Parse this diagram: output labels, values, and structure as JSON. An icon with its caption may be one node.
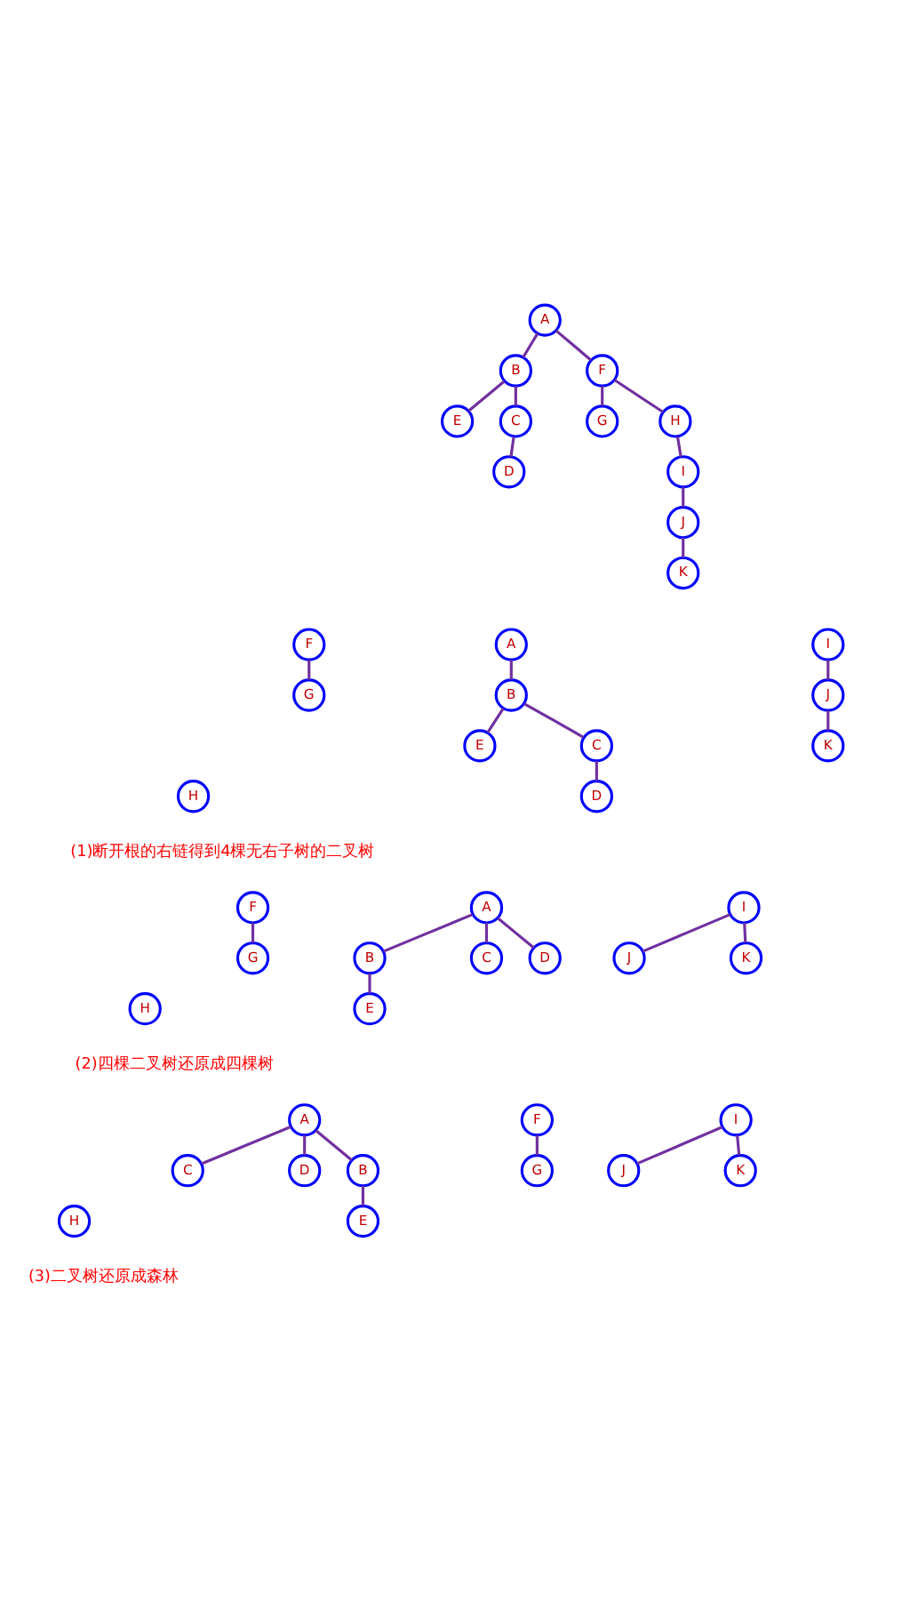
{
  "diagram": {
    "nodes": [
      {
        "text": [
          "A"
        ]
      },
      {
        "text": [
          "B"
        ]
      },
      {
        "text": [
          "F"
        ]
      },
      {
        "text": [
          "E"
        ]
      },
      {
        "text": [
          "C"
        ]
      },
      {
        "text": [
          "G"
        ]
      },
      {
        "text": [
          "H"
        ]
      },
      {
        "text": [
          "D"
        ]
      },
      {
        "text": [
          "I"
        ]
      },
      {
        "text": [
          "J"
        ]
      },
      {
        "text": [
          "K"
        ]
      },
      {
        "text": [
          "A"
        ]
      },
      {
        "text": [
          "F"
        ]
      },
      {
        "text": [
          "H"
        ]
      },
      {
        "text": [
          "B"
        ]
      },
      {
        "text": [
          "I"
        ]
      },
      {
        "text": [
          "G"
        ]
      },
      {
        "text": [
          "E"
        ]
      },
      {
        "text": [
          "J"
        ]
      },
      {
        "text": [
          "C"
        ]
      },
      {
        "text": [
          "K"
        ]
      },
      {
        "text": [
          "D"
        ]
      },
      {
        "text": [
          "A"
        ]
      },
      {
        "text": [
          "F"
        ]
      },
      {
        "text": [
          "H"
        ]
      },
      {
        "text": [
          "I"
        ]
      },
      {
        "text": [
          "B"
        ]
      },
      {
        "text": [
          "G"
        ]
      },
      {
        "text": [
          "E"
        ]
      },
      {
        "text": [
          "C"
        ]
      },
      {
        "text": [
          "J"
        ]
      },
      {
        "text": [
          "K"
        ]
      },
      {
        "text": [
          "D"
        ]
      },
      {
        "text": [
          "A"
        ]
      },
      {
        "text": [
          "I"
        ]
      },
      {
        "text": [
          "F"
        ]
      },
      {
        "text": [
          "H"
        ]
      },
      {
        "text": [
          "B"
        ]
      },
      {
        "text": [
          "C"
        ]
      },
      {
        "text": [
          "D"
        ]
      },
      {
        "text": [
          "G"
        ]
      },
      {
        "text": [
          "J"
        ]
      },
      {
        "text": [
          "K"
        ]
      },
      {
        "text": [
          "E"
        ]
      }
    ],
    "edges": [
      {
        "from": 0,
        "to": 1,
        "arrow": "none"
      },
      {
        "from": 0,
        "to": 2,
        "arrow": "none"
      },
      {
        "from": 1,
        "to": 3,
        "arrow": "none"
      },
      {
        "from": 1,
        "to": 4,
        "arrow": "none"
      },
      {
        "from": 4,
        "to": 7,
        "arrow": "none"
      },
      {
        "from": 2,
        "to": 5,
        "arrow": "none"
      },
      {
        "from": 2,
        "to": 6,
        "arrow": "none"
      },
      {
        "from": 6,
        "to": 8,
        "arrow": "none"
      },
      {
        "from": 8,
        "to": 9,
        "arrow": "none"
      },
      {
        "from": 9,
        "to": 10,
        "arrow": "none"
      },
      {
        "from": 11,
        "to": 14,
        "arrow": "none"
      },
      {
        "from": 14,
        "to": 17,
        "arrow": "none"
      },
      {
        "from": 14,
        "to": 19,
        "arrow": "none"
      },
      {
        "from": 19,
        "to": 21,
        "arrow": "none"
      },
      {
        "from": 12,
        "to": 16,
        "arrow": "none"
      },
      {
        "from": 15,
        "to": 18,
        "arrow": "none"
      },
      {
        "from": 18,
        "to": 20,
        "arrow": "none"
      },
      {
        "from": 22,
        "to": 26,
        "arrow": "none"
      },
      {
        "from": 22,
        "to": 29,
        "arrow": "none"
      },
      {
        "from": 22,
        "to": 32,
        "arrow": "none"
      },
      {
        "from": 26,
        "to": 28,
        "arrow": "none"
      },
      {
        "from": 23,
        "to": 27,
        "arrow": "none"
      },
      {
        "from": 25,
        "to": 30,
        "arrow": "none"
      },
      {
        "from": 25,
        "to": 31,
        "arrow": "none"
      },
      {
        "from": 33,
        "to": 37,
        "arrow": "none"
      },
      {
        "from": 33,
        "to": 38,
        "arrow": "none"
      },
      {
        "from": 33,
        "to": 39,
        "arrow": "none"
      },
      {
        "from": 37,
        "to": 43,
        "arrow": "none"
      },
      {
        "from": 35,
        "to": 40,
        "arrow": "none"
      },
      {
        "from": 34,
        "to": 41,
        "arrow": "none"
      },
      {
        "from": 34,
        "to": 42,
        "arrow": "none"
      }
    ],
    "labels": [
      "(1)断开根的右链得到4棵无右子树的二叉树",
      "(2)四棵二叉树还原成四棵树",
      "(3)二叉树还原成森林"
    ]
  }
}
